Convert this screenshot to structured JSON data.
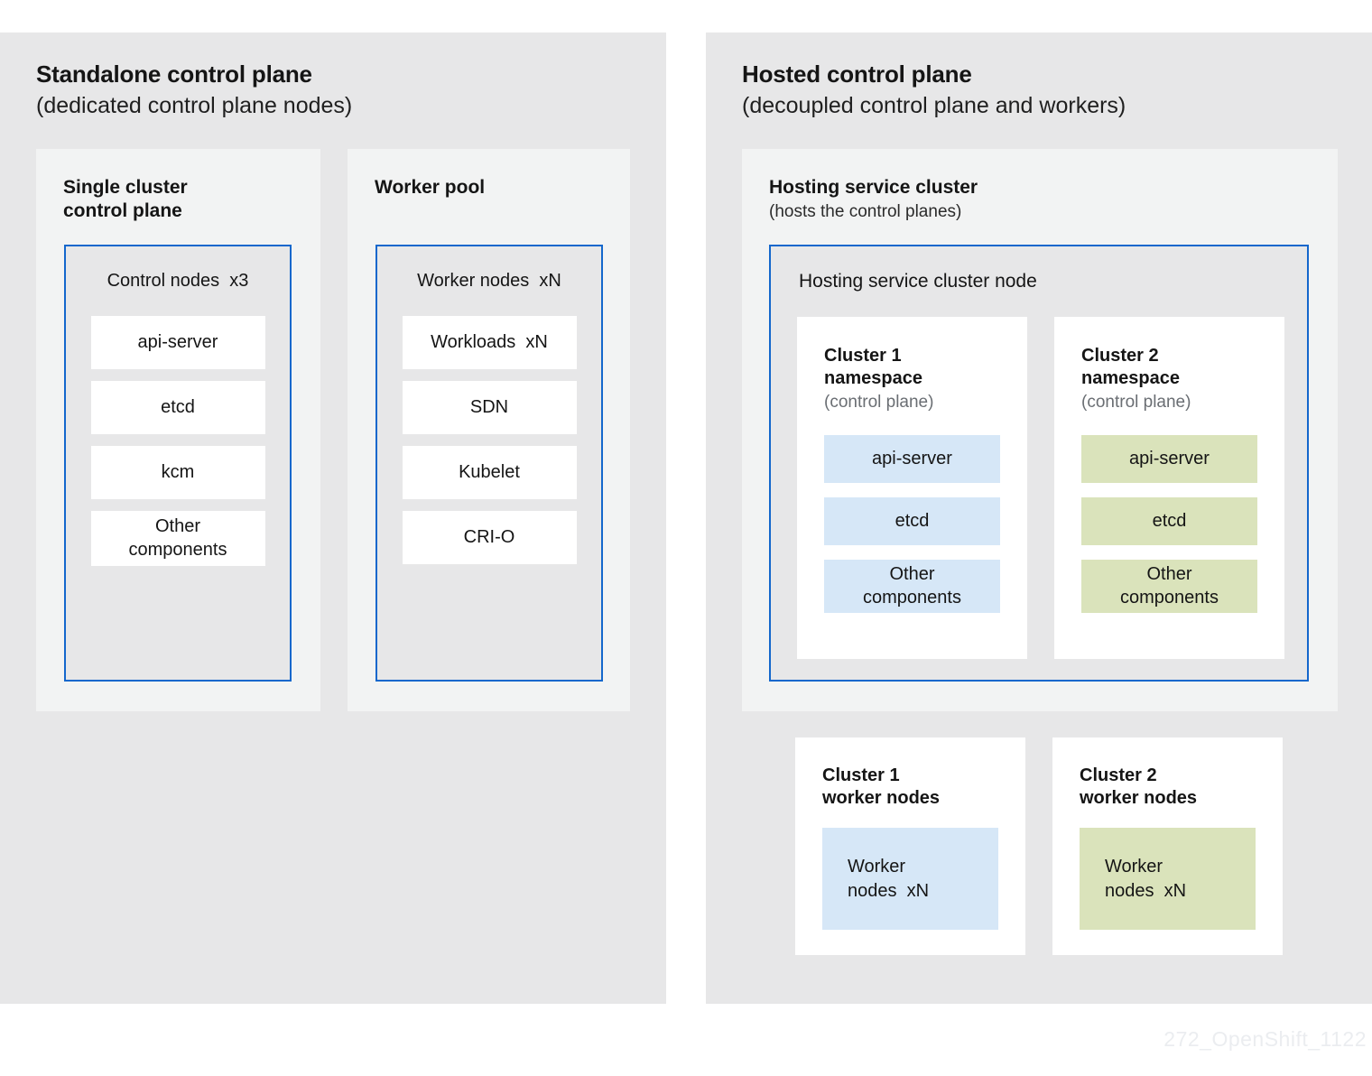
{
  "standalone": {
    "title": "Standalone control plane",
    "subtitle": "(dedicated control plane nodes)",
    "control_panel": {
      "title": "Single cluster\ncontrol plane",
      "node_box": {
        "title": "Control nodes  x3",
        "items": [
          "api-server",
          "etcd",
          "kcm",
          "Other\ncomponents"
        ]
      }
    },
    "worker_panel": {
      "title": "Worker pool",
      "node_box": {
        "title": "Worker nodes  xN",
        "items": [
          "Workloads  xN",
          "SDN",
          "Kubelet",
          "CRI-O"
        ]
      }
    }
  },
  "hosted": {
    "title": "Hosted control plane",
    "subtitle": "(decoupled control plane and workers)",
    "hosting_panel": {
      "title": "Hosting service cluster",
      "subtitle": "(hosts the control planes)",
      "node_box": {
        "title": "Hosting service cluster node",
        "clusters": [
          {
            "title": "Cluster 1\nnamespace",
            "subtitle": "(control plane)",
            "color": "blue",
            "items": [
              "api-server",
              "etcd",
              "Other\ncomponents"
            ]
          },
          {
            "title": "Cluster 2\nnamespace",
            "subtitle": "(control plane)",
            "color": "green",
            "items": [
              "api-server",
              "etcd",
              "Other\ncomponents"
            ]
          }
        ]
      }
    },
    "worker_cards": [
      {
        "title": "Cluster 1\nworker nodes",
        "box_label": "Worker\nnodes  xN",
        "color": "blue"
      },
      {
        "title": "Cluster 2\nworker nodes",
        "box_label": "Worker\nnodes  xN",
        "color": "green"
      }
    ]
  },
  "watermark": "272_OpenShift_1122",
  "colors": {
    "page_background": "#ffffff",
    "outer_panel": "#e7e7e8",
    "sub_panel": "#f2f3f3",
    "node_box_border": "#1467cc",
    "node_box_fill": "#e7e7e8",
    "component_white": "#ffffff",
    "cluster1_fill": "#d6e7f7",
    "cluster2_fill": "#dae3bb",
    "text_primary": "#151515",
    "text_muted": "#6a6e73",
    "watermark_text": "#ebedf0"
  }
}
